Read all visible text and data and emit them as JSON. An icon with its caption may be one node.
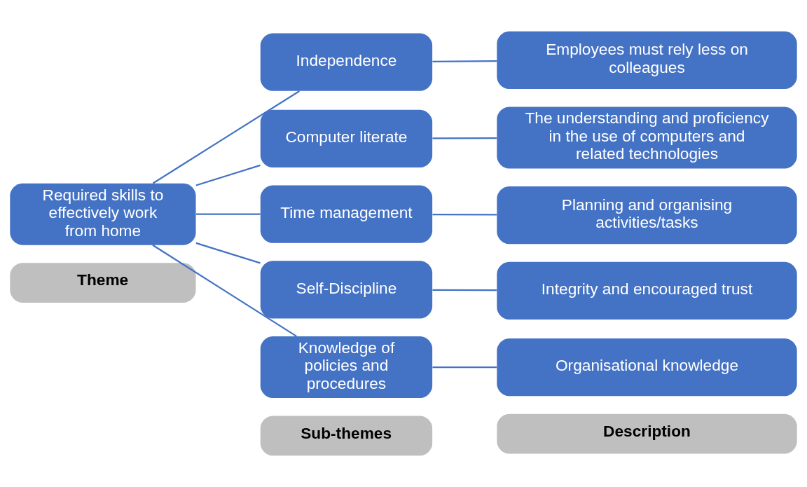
{
  "diagram": {
    "nodes": [
      {
        "text": [
          "Theme"
        ]
      },
      {
        "text": [
          "Sub-themes"
        ]
      },
      {
        "text": [
          "Description"
        ]
      },
      {
        "text": [
          "Required skills to effectively work from home"
        ]
      },
      {
        "text": [
          "Independence"
        ]
      },
      {
        "text": [
          "Computer literate"
        ]
      },
      {
        "text": [
          "Time management"
        ]
      },
      {
        "text": [
          "Self-Discipline"
        ]
      },
      {
        "text": [
          "Knowledge of policies and procedures"
        ]
      },
      {
        "text": [
          "Employees must rely less on colleagues"
        ]
      },
      {
        "text": [
          "The understanding and proficiency in the use of computers and related technologies"
        ]
      },
      {
        "text": [
          "Planning and organising activities/tasks"
        ]
      },
      {
        "text": [
          "Integrity and encouraged trust"
        ]
      },
      {
        "text": [
          "Organisational knowledge"
        ]
      }
    ],
    "edges": [
      {
        "from": 3,
        "to": 4,
        "arrow": "none"
      },
      {
        "from": 3,
        "to": 5,
        "arrow": "none"
      },
      {
        "from": 3,
        "to": 6,
        "arrow": "none"
      },
      {
        "from": 3,
        "to": 7,
        "arrow": "none"
      },
      {
        "from": 3,
        "to": 8,
        "arrow": "none"
      },
      {
        "from": 4,
        "to": 9,
        "arrow": "none"
      },
      {
        "from": 5,
        "to": 10,
        "arrow": "none"
      },
      {
        "from": 6,
        "to": 11,
        "arrow": "none"
      },
      {
        "from": 7,
        "to": 12,
        "arrow": "none"
      },
      {
        "from": 8,
        "to": 13,
        "arrow": "none"
      }
    ]
  }
}
